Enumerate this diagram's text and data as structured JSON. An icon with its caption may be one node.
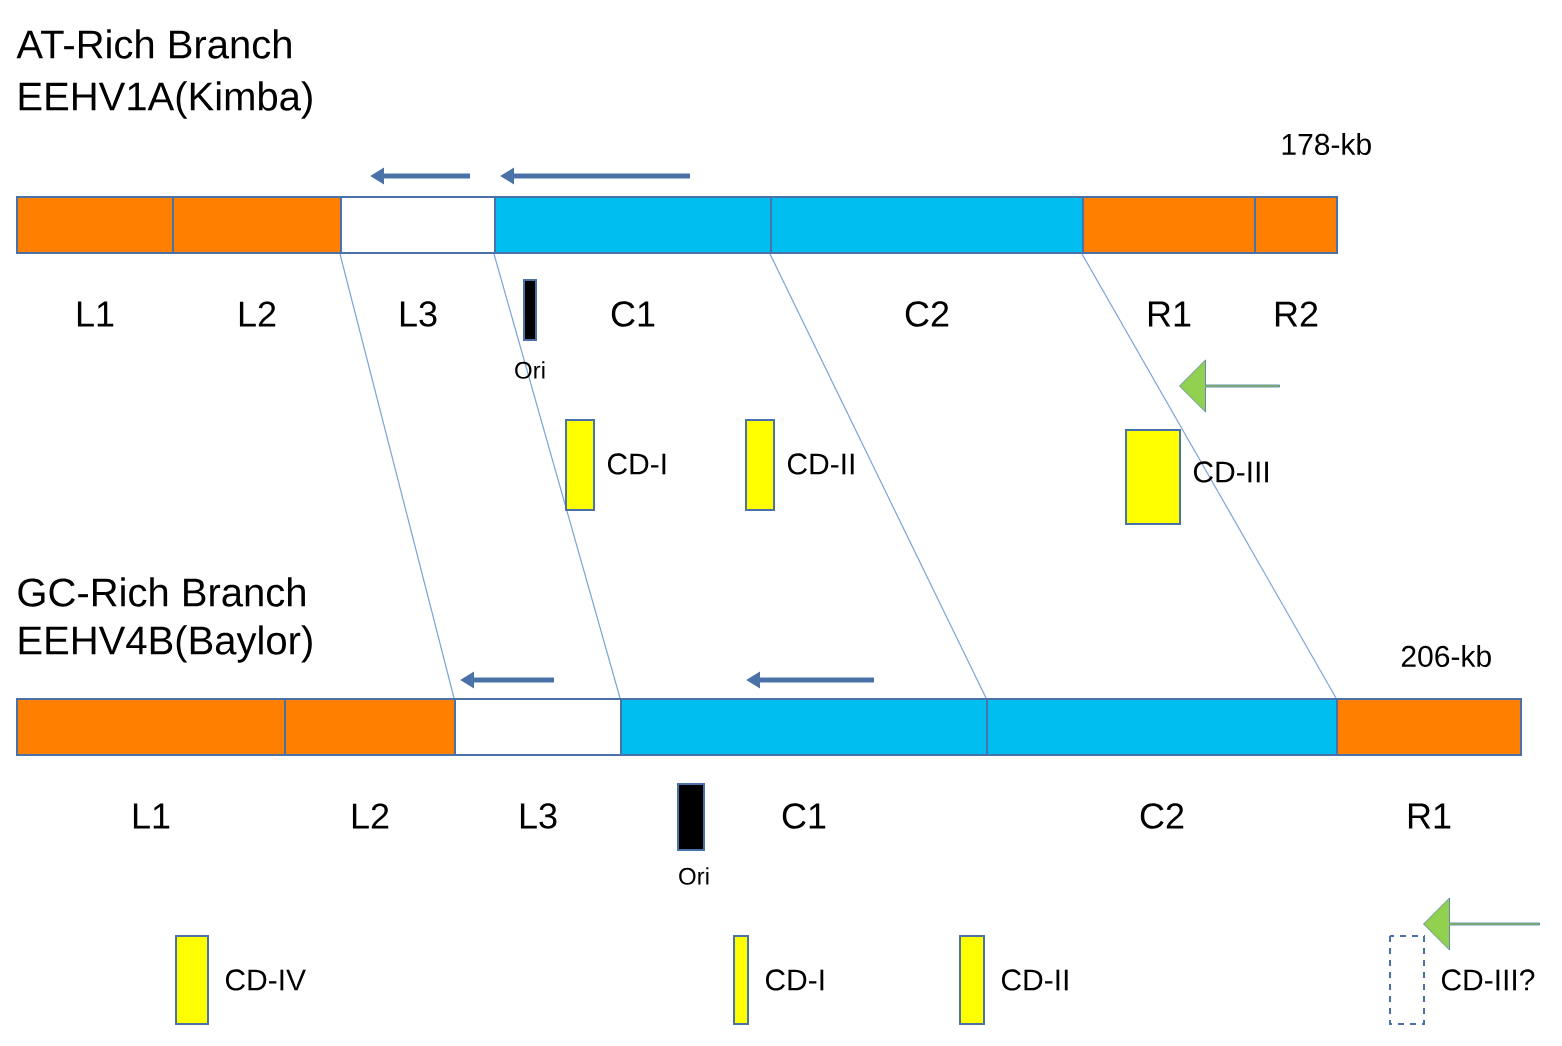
{
  "diagram": {
    "nodes": [
      {
        "text": [],
        "shape": "box",
        "beside": [
          "L1"
        ]
      },
      {
        "text": [],
        "shape": "box",
        "beside": [
          "L2"
        ]
      },
      {
        "text": [],
        "shape": "box",
        "beside": [
          "L3"
        ]
      },
      {
        "text": [],
        "shape": "box",
        "beside": [
          "C1"
        ]
      },
      {
        "text": [],
        "shape": "box",
        "beside": [
          "C2"
        ]
      },
      {
        "text": [],
        "shape": "box",
        "beside": [
          "R1"
        ]
      },
      {
        "text": [],
        "shape": "box",
        "beside": [
          "R2"
        ]
      },
      {
        "text": [],
        "shape": "box",
        "beside": [
          "L1"
        ]
      },
      {
        "text": [],
        "shape": "box",
        "beside": [
          "L2"
        ]
      },
      {
        "text": [],
        "shape": "box",
        "beside": [
          "L3"
        ]
      },
      {
        "text": [],
        "shape": "box",
        "beside": [
          "C1"
        ]
      },
      {
        "text": [],
        "shape": "box",
        "beside": [
          "C2"
        ]
      },
      {
        "text": [],
        "shape": "box",
        "beside": [
          "R1"
        ]
      }
    ],
    "edges": [
      {
        "from": 2,
        "to": 9,
        "arrow": "none"
      },
      {
        "from": 3,
        "to": 10,
        "arrow": "none"
      },
      {
        "from": 4,
        "to": 11,
        "arrow": "none"
      },
      {
        "from": 5,
        "to": 12,
        "arrow": "none"
      }
    ],
    "labels": [
      "AT-Rich Branch",
      "EEHV1A(Kimba)",
      "178-kb",
      "Ori",
      "CD-I",
      "CD-II",
      "CD-III",
      "GC-Rich Branch",
      "EEHV4B(Baylor)",
      "206-kb",
      "Ori",
      "CD-IV",
      "CD-I",
      "CD-II",
      "CD-III?"
    ]
  }
}
